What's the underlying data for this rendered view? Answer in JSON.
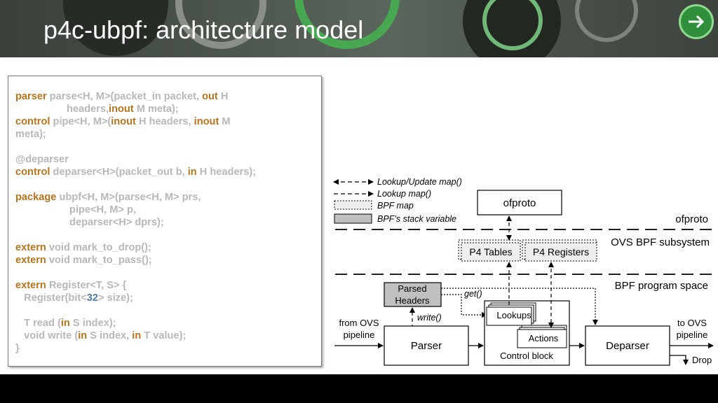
{
  "header": {
    "title": "p4c-ubpf: architecture model"
  },
  "code": {
    "lines": [
      [
        [
          "kw",
          "parser"
        ],
        [
          "t",
          " parse<H, M>(packet_in packet, "
        ],
        [
          "kw",
          "out"
        ],
        [
          "t",
          " H"
        ]
      ],
      [
        [
          "t",
          "                  headers,"
        ],
        [
          "kw",
          "inout"
        ],
        [
          "t",
          " M meta);"
        ]
      ],
      [
        [
          "kw",
          "control"
        ],
        [
          "t",
          " pipe<H, M>("
        ],
        [
          "kw",
          "inout"
        ],
        [
          "t",
          " H headers, "
        ],
        [
          "kw",
          "inout"
        ],
        [
          "t",
          " M"
        ]
      ],
      [
        [
          "t",
          "meta);"
        ]
      ],
      [],
      [
        [
          "t",
          "@deparser"
        ]
      ],
      [
        [
          "kw",
          "control"
        ],
        [
          "t",
          " deparser<H>(packet_out b, "
        ],
        [
          "kw",
          "in"
        ],
        [
          "t",
          " H headers);"
        ]
      ],
      [],
      [
        [
          "kw",
          "package"
        ],
        [
          "t",
          " ubpf<H, M>(parse<H, M> prs,"
        ]
      ],
      [
        [
          "t",
          "                   pipe<H, M> p,"
        ]
      ],
      [
        [
          "t",
          "                   deparser<H> dprs);"
        ]
      ],
      [],
      [
        [
          "kw",
          "extern"
        ],
        [
          "t",
          " void mark_to_drop();"
        ]
      ],
      [
        [
          "kw",
          "extern"
        ],
        [
          "t",
          " void mark_to_pass();"
        ]
      ],
      [],
      [
        [
          "kw",
          "extern"
        ],
        [
          "t",
          " Register<T, S> {"
        ]
      ],
      [
        [
          "t",
          "   Register(bit<"
        ],
        [
          "num",
          "32"
        ],
        [
          "t",
          "> size);"
        ]
      ],
      [],
      [
        [
          "t",
          "   T read ("
        ],
        [
          "kw",
          "in"
        ],
        [
          "t",
          " S index);"
        ]
      ],
      [
        [
          "t",
          "   void write ("
        ],
        [
          "kw",
          "in"
        ],
        [
          "t",
          " S index, "
        ],
        [
          "kw",
          "in"
        ],
        [
          "t",
          " T value);"
        ]
      ],
      [
        [
          "t",
          "}"
        ]
      ]
    ]
  },
  "diagram": {
    "legend": {
      "lookup_update": "Lookup/Update map()",
      "lookup": "Lookup map()",
      "bpf_map": "BPF map",
      "stack_var": "BPF’s stack variable"
    },
    "boxes": {
      "ofproto": "ofproto",
      "p4_tables": "P4 Tables",
      "p4_registers": "P4 Registers",
      "parsed_headers_1": "Parsed",
      "parsed_headers_2": "Headers",
      "lookups": "Lookups",
      "actions": "Actions",
      "control_block": "Control block",
      "parser": "Parser",
      "deparser": "Deparser"
    },
    "layers": {
      "ofproto": "ofproto",
      "ovs_bpf": "OVS BPF subsystem",
      "bpf_program": "BPF program space"
    },
    "labels": {
      "get": "get()",
      "write": "write()",
      "from_ovs_1": "from OVS",
      "from_ovs_2": "pipeline",
      "to_ovs_1": "to OVS",
      "to_ovs_2": "pipeline",
      "drop": "Drop"
    }
  }
}
